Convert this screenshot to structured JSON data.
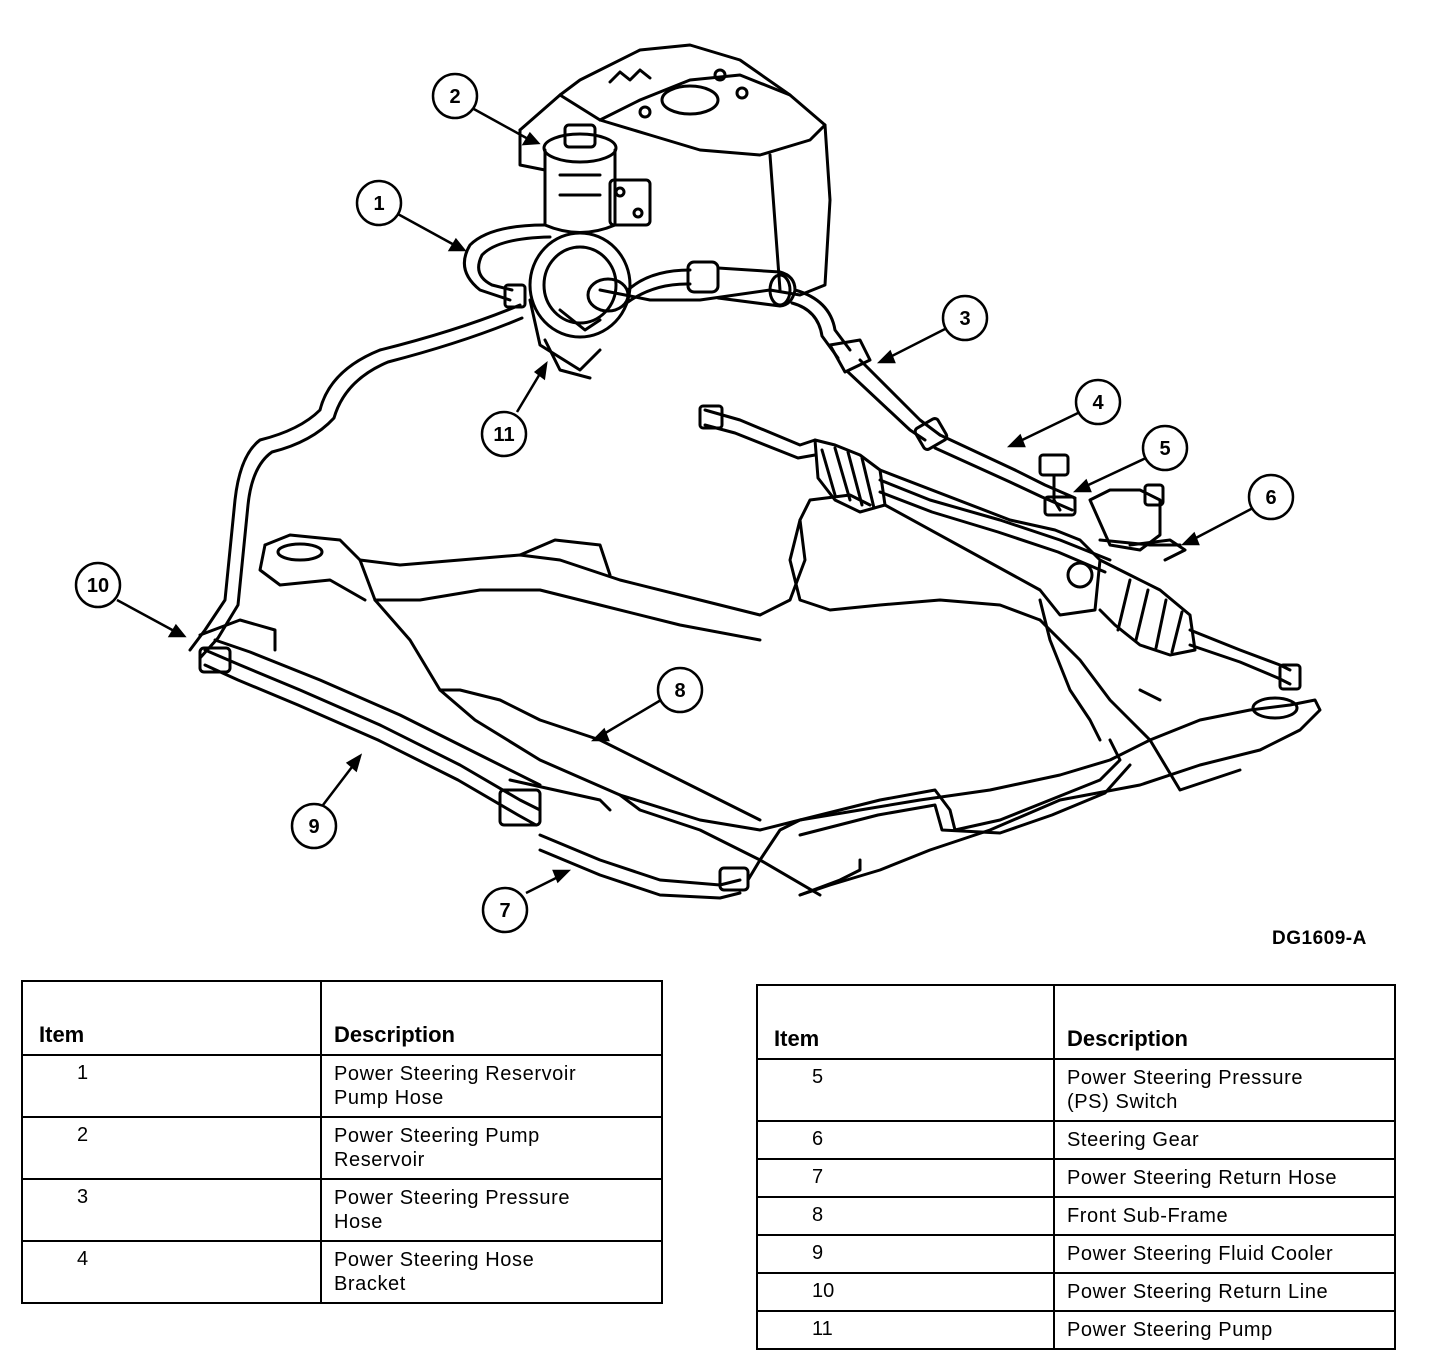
{
  "figure_id": "DG1609-A",
  "callouts": [
    "1",
    "2",
    "3",
    "4",
    "5",
    "6",
    "7",
    "8",
    "9",
    "10",
    "11"
  ],
  "legend_left": {
    "header_item": "Item",
    "header_description": "Description",
    "rows": [
      {
        "item": "1",
        "line1": "Power Steering Reservoir",
        "line2": "Pump Hose"
      },
      {
        "item": "2",
        "line1": "Power Steering Pump",
        "line2": "Reservoir"
      },
      {
        "item": "3",
        "line1": "Power Steering Pressure",
        "line2": "Hose"
      },
      {
        "item": "4",
        "line1": "Power Steering Hose",
        "line2": "Bracket"
      }
    ]
  },
  "legend_right": {
    "header_item": "Item",
    "header_description": "Description",
    "rows": [
      {
        "item": "5",
        "line1": "Power Steering Pressure",
        "line2": "(PS) Switch"
      },
      {
        "item": "6",
        "line1": "Steering Gear",
        "line2": ""
      },
      {
        "item": "7",
        "line1": "Power Steering Return Hose",
        "line2": ""
      },
      {
        "item": "8",
        "line1": "Front Sub-Frame",
        "line2": ""
      },
      {
        "item": "9",
        "line1": "Power Steering Fluid Cooler",
        "line2": ""
      },
      {
        "item": "10",
        "line1": "Power Steering Return Line",
        "line2": ""
      },
      {
        "item": "11",
        "line1": "Power Steering Pump",
        "line2": ""
      }
    ]
  }
}
